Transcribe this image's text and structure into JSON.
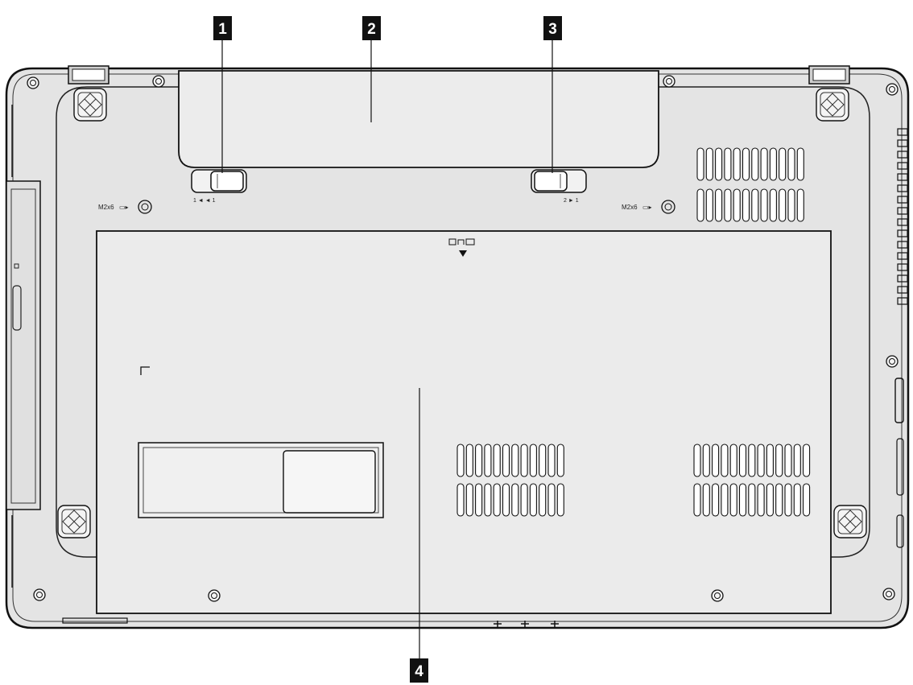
{
  "colors": {
    "body_fill": "#e4e4e4",
    "panel_fill": "#e9e9e9",
    "stroke": "#111111",
    "callout_fill": "#111111",
    "callout_text": "#ffffff"
  },
  "callouts": [
    {
      "id": "1",
      "label": "1",
      "part": "battery-latch-manual"
    },
    {
      "id": "2",
      "label": "2",
      "part": "battery-pack"
    },
    {
      "id": "3",
      "label": "3",
      "part": "battery-latch-spring"
    },
    {
      "id": "4",
      "label": "4",
      "part": "hdd-memory-cpu-compartment"
    }
  ],
  "markings": {
    "screw_left": "M2x6",
    "screw_right": "M2x6"
  },
  "icons": [
    "screw-icon",
    "foot-pad-icon",
    "vent-grille-icon",
    "lock-icon",
    "unlock-icon",
    "headphone-icon"
  ]
}
